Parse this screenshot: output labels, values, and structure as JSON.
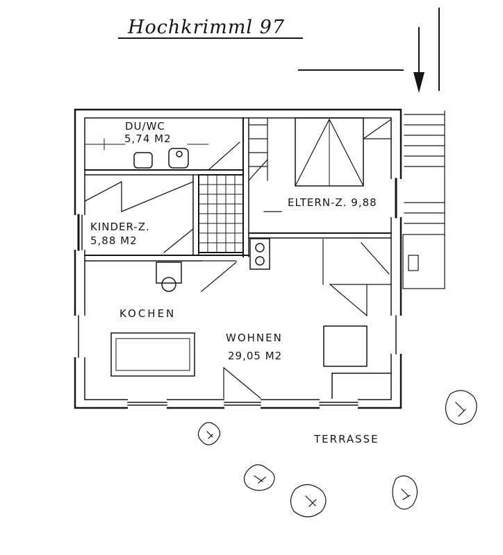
{
  "title": "Hochkrimml 97",
  "rooms": {
    "duwc": {
      "name": "DU/WC",
      "area": "5,74 M2"
    },
    "kinder": {
      "name": "KINDER-Z.",
      "area": "5,88 M2"
    },
    "eltern": {
      "name": "ELTERN-Z. 9,88"
    },
    "kochen": {
      "name": "KOCHEN"
    },
    "wohnen": {
      "name": "WOHNEN",
      "area": "29,05 M2"
    }
  },
  "outside": {
    "terrasse": "TERRASSE"
  },
  "colors": {
    "ink": "#141414",
    "paper": "#ffffff"
  }
}
